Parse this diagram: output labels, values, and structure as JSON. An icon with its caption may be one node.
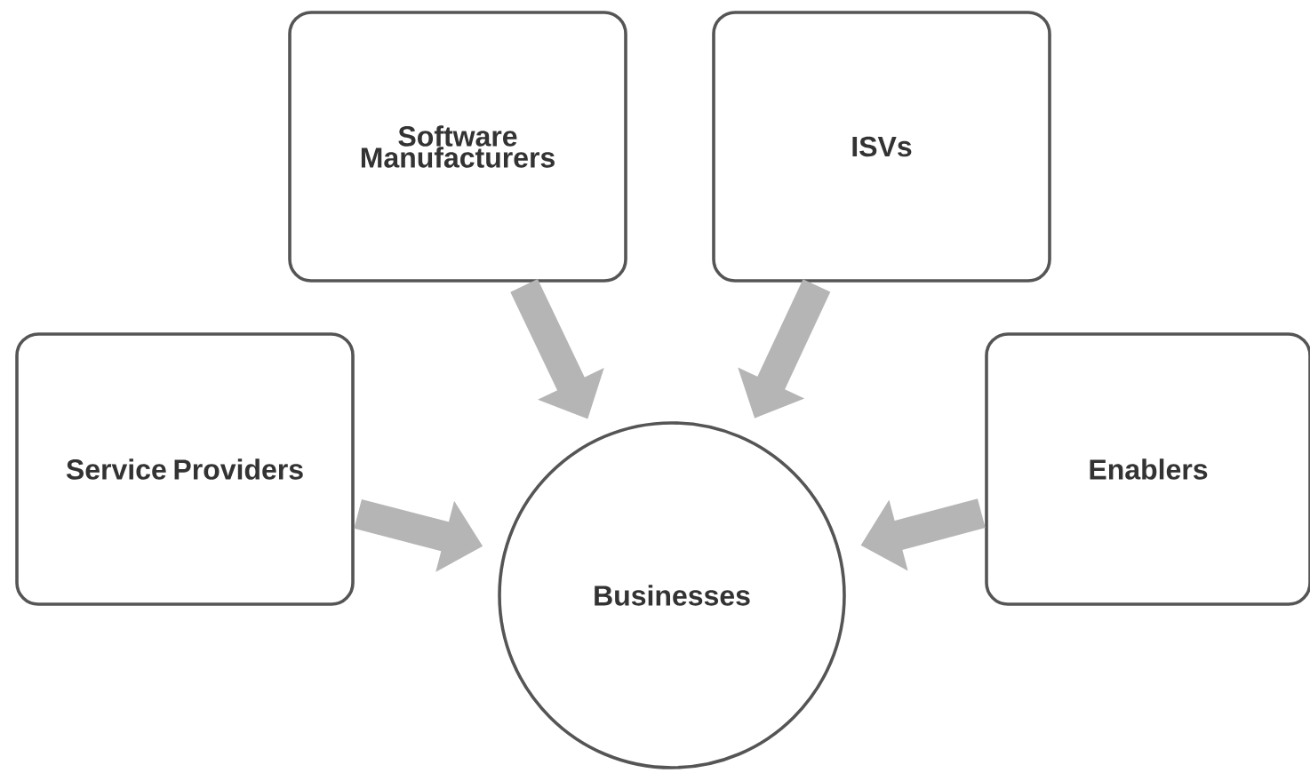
{
  "diagram": {
    "nodes": [
      {
        "text": [
          "Software Manufacturers"
        ]
      },
      {
        "text": [
          "ISVs"
        ]
      },
      {
        "text": [
          "Service Providers"
        ]
      },
      {
        "text": [
          "Enablers"
        ]
      },
      {
        "text": [
          "Businesses"
        ]
      }
    ],
    "edges": [
      {
        "from": 0,
        "to": 4,
        "arrow": "to"
      },
      {
        "from": 1,
        "to": 4,
        "arrow": "to"
      },
      {
        "from": 2,
        "to": 4,
        "arrow": "to"
      },
      {
        "from": 3,
        "to": 4,
        "arrow": "to"
      }
    ]
  }
}
